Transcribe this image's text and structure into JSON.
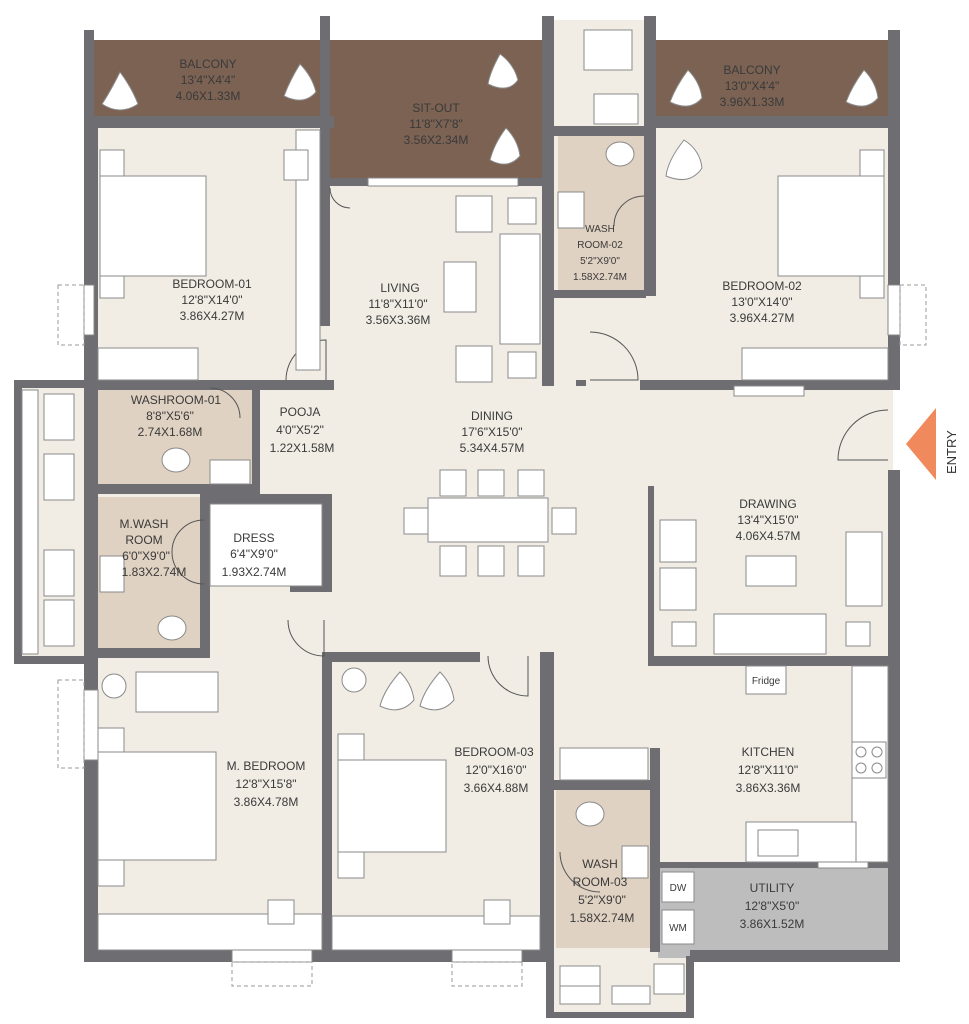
{
  "colors": {
    "wall": "#6e6e72",
    "floor": "#f1ede5",
    "wet": "#e0d2c2",
    "deck": "#7b6253",
    "utility": "#bdbdbd",
    "entry": "#f08a5d",
    "furniture": "#ffffff"
  },
  "rooms": {
    "balcony1": {
      "name": "BALCONY",
      "dim_ft": "13'4\"X4'4\"",
      "dim_m": "4.06X1.33M"
    },
    "sitout": {
      "name": "SIT-OUT",
      "dim_ft": "11'8\"X7'8\"",
      "dim_m": "3.56X2.34M"
    },
    "balcony2": {
      "name": "BALCONY",
      "dim_ft": "13'0\"X4'4\"",
      "dim_m": "3.96X1.33M"
    },
    "bedroom1": {
      "name": "BEDROOM-01",
      "dim_ft": "12'8\"X14'0\"",
      "dim_m": "3.86X4.27M"
    },
    "living": {
      "name": "LIVING",
      "dim_ft": "11'8\"X11'0\"",
      "dim_m": "3.56X3.36M"
    },
    "wash2": {
      "name_line1": "WASH",
      "name_line2": "ROOM-02",
      "dim_ft": "5'2\"X9'0\"",
      "dim_m": "1.58X2.74M"
    },
    "bedroom2": {
      "name": "BEDROOM-02",
      "dim_ft": "13'0\"X14'0\"",
      "dim_m": "3.96X4.27M"
    },
    "washroom1": {
      "name": "WASHROOM-01",
      "dim_ft": "8'8\"X5'6\"",
      "dim_m": "2.74X1.68M"
    },
    "pooja": {
      "name": "POOJA",
      "dim_ft": "4'0\"X5'2\"",
      "dim_m": "1.22X1.58M"
    },
    "dining": {
      "name": "DINING",
      "dim_ft": "17'6\"X15'0\"",
      "dim_m": "5.34X4.57M"
    },
    "mwash": {
      "name_line1": "M.WASH",
      "name_line2": "ROOM",
      "dim_ft": "6'0\"X9'0\"",
      "dim_m": "1.83X2.74M"
    },
    "dress": {
      "name": "DRESS",
      "dim_ft": "6'4\"X9'0\"",
      "dim_m": "1.93X2.74M"
    },
    "drawing": {
      "name": "DRAWING",
      "dim_ft": "13'4\"X15'0\"",
      "dim_m": "4.06X4.57M"
    },
    "mbedroom": {
      "name": "M. BEDROOM",
      "dim_ft": "12'8\"X15'8\"",
      "dim_m": "3.86X4.78M"
    },
    "bedroom3": {
      "name": "BEDROOM-03",
      "dim_ft": "12'0\"X16'0\"",
      "dim_m": "3.66X4.88M"
    },
    "kitchen": {
      "name": "KITCHEN",
      "dim_ft": "12'8\"X11'0\"",
      "dim_m": "3.86X3.36M"
    },
    "wash3": {
      "name_line1": "WASH",
      "name_line2": "ROOM-03",
      "dim_ft": "5'2\"X9'0\"",
      "dim_m": "1.58X2.74M"
    },
    "utility": {
      "name": "UTILITY",
      "dim_ft": "12'8\"X5'0\"",
      "dim_m": "3.86X1.52M"
    }
  },
  "appliances": {
    "fridge": "Fridge",
    "dw": "DW",
    "wm": "WM"
  },
  "entry": {
    "label": "ENTRY"
  }
}
